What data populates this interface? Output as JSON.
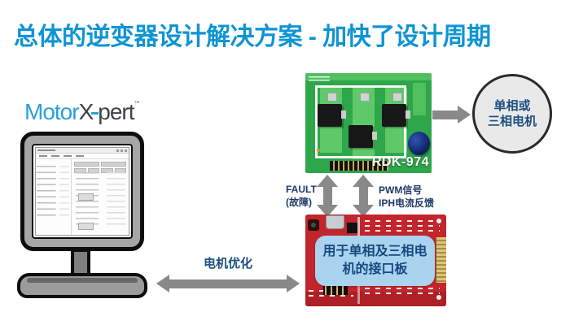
{
  "title": {
    "text": "总体的逆变器设计解决方案 - 加快了设计周期"
  },
  "logo": {
    "motor": "Motor",
    "x": "X",
    "pert": "pert",
    "tm": "™"
  },
  "diagram": {
    "green_board": {
      "label": "RDK-974"
    },
    "motor": {
      "line1": "单相或",
      "line2": "三相电机"
    },
    "fault": {
      "line1": "FAULT",
      "line2": "(故障)"
    },
    "pwm": {
      "line1": "PWM信号",
      "line2": "IPH电流反馈"
    },
    "interface_board": {
      "line1": "用于单相及三相电",
      "line2": "机的接口板"
    },
    "optimization": {
      "label": "电机优化"
    }
  },
  "colors": {
    "title_blue": "#0e94d4",
    "logo_blue": "#2aa0da",
    "navy_text": "#1b4e7f",
    "signal_navy": "#1f3a66",
    "arrow_gray": "#898989",
    "board_green": "#2ea64a",
    "board_red": "#c2252c",
    "panel_blue": "#a9d3ef",
    "circle_fill": "#e9e9e9"
  }
}
